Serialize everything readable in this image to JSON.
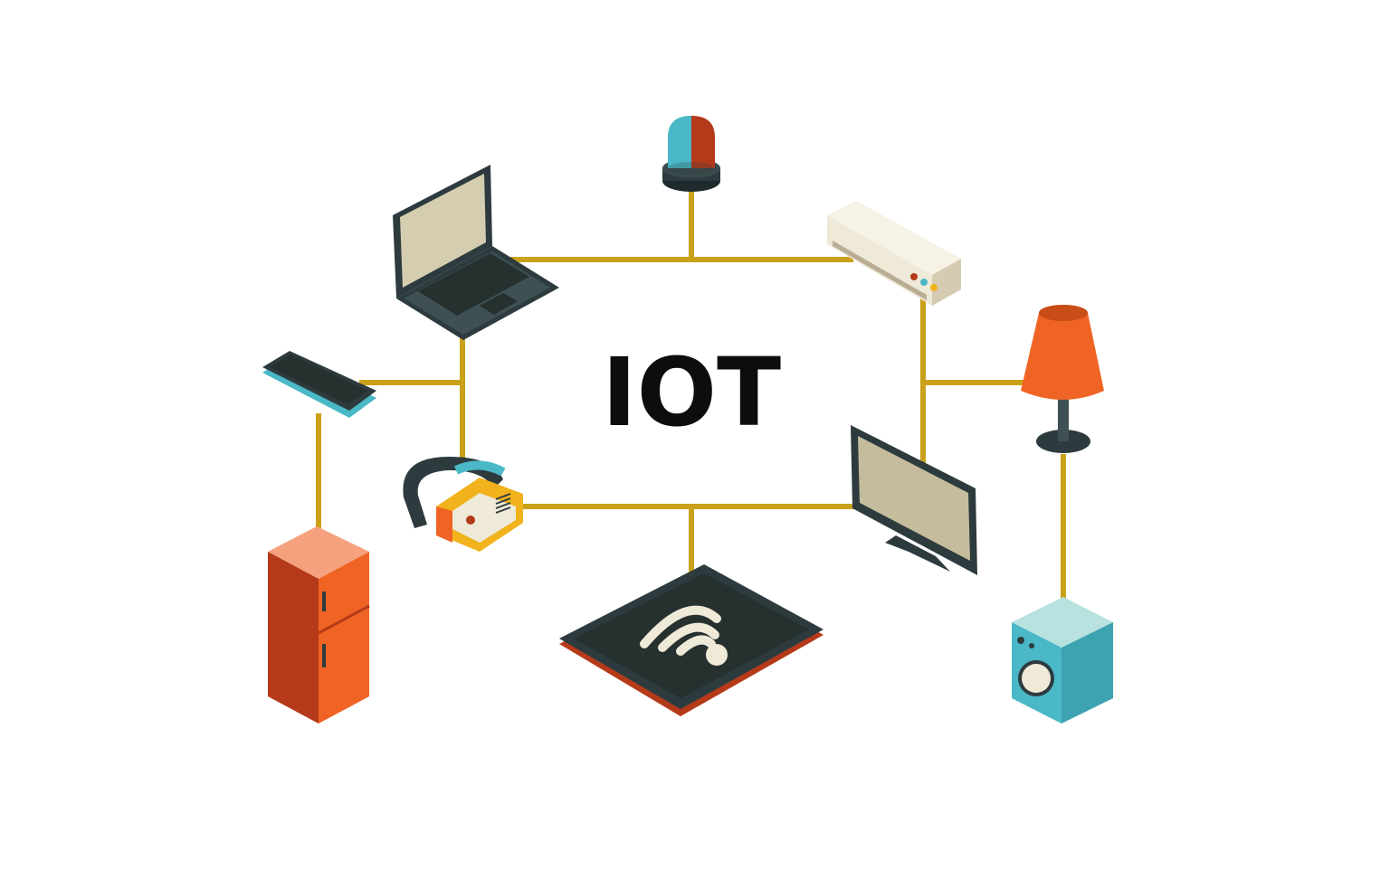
{
  "diagram": {
    "title": "IOT",
    "center": "IOT",
    "colors": {
      "background": "#ffffff",
      "connector": "#c9a21a",
      "dark": "#2d3b3e",
      "screen": "#d4cdb0",
      "orange": "#ef6424",
      "red": "#b53a1a",
      "cyan": "#4ab8c6",
      "cream": "#efe9d8",
      "light_cyan": "#b8e2e0",
      "yellow": "#f1b21c"
    },
    "devices": [
      {
        "name": "siren-beacon",
        "icon": "siren-icon"
      },
      {
        "name": "laptop",
        "icon": "laptop-icon"
      },
      {
        "name": "air-conditioner",
        "icon": "air-conditioner-icon"
      },
      {
        "name": "smartphone",
        "icon": "smartphone-icon"
      },
      {
        "name": "table-lamp",
        "icon": "lamp-icon"
      },
      {
        "name": "vr-headset",
        "icon": "vr-headset-icon"
      },
      {
        "name": "monitor",
        "icon": "monitor-icon"
      },
      {
        "name": "refrigerator",
        "icon": "refrigerator-icon"
      },
      {
        "name": "wifi-router-pad",
        "icon": "wifi-icon"
      },
      {
        "name": "washing-machine",
        "icon": "washing-machine-icon"
      }
    ]
  }
}
